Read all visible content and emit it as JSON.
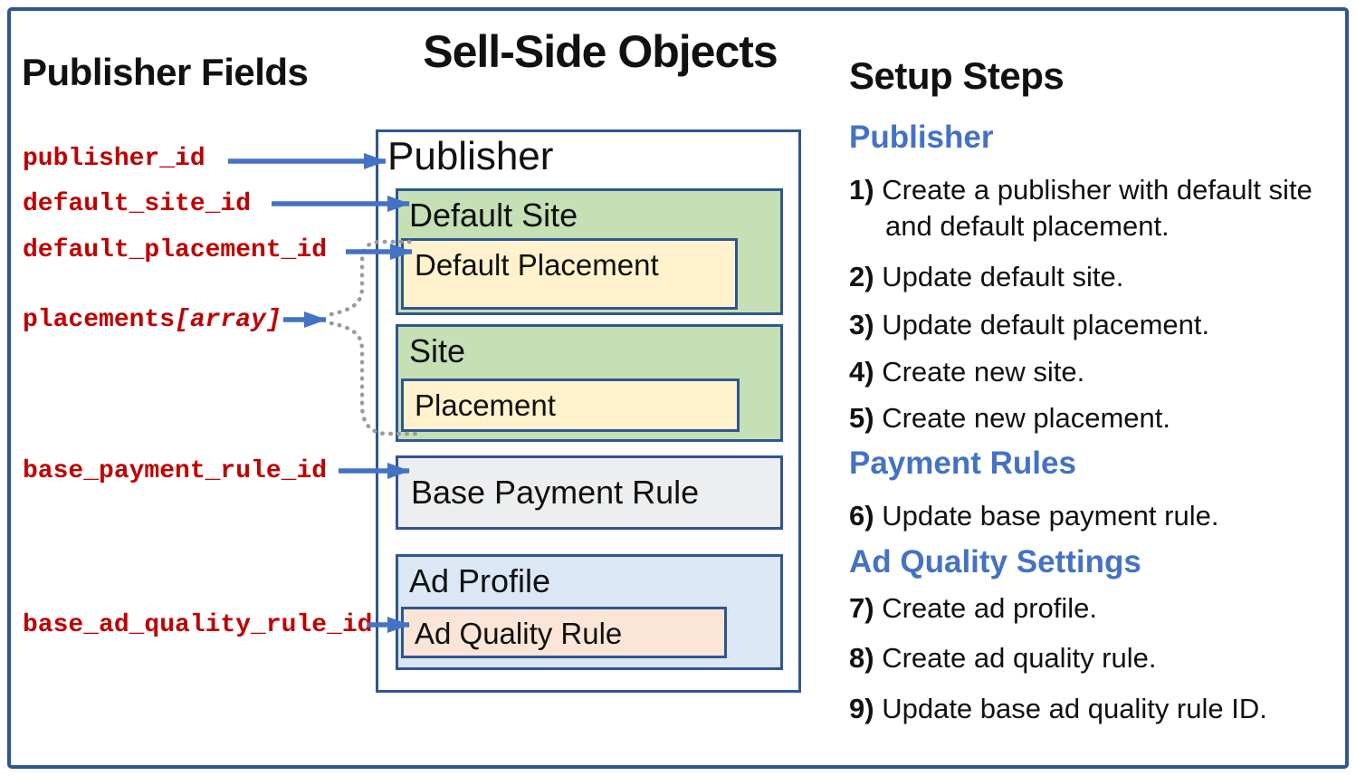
{
  "titles": {
    "publisher_fields": "Publisher Fields",
    "sell_side_objects": "Sell-Side Objects",
    "setup_steps": "Setup Steps"
  },
  "fields": {
    "publisher_id": {
      "label": "publisher_id"
    },
    "default_site_id": {
      "label": "default_site_id"
    },
    "default_placement_id": {
      "label": "default_placement_id"
    },
    "placements": {
      "label": "placements",
      "suffix": "[array]"
    },
    "base_payment_rule_id": {
      "label": "base_payment_rule_id"
    },
    "base_ad_quality_rule_id": {
      "label": "base_ad_quality_rule_id"
    }
  },
  "diagram": {
    "publisher": "Publisher",
    "default_site": "Default Site",
    "default_placement": "Default Placement",
    "site": "Site",
    "placement": "Placement",
    "base_payment_rule": "Base Payment Rule",
    "ad_profile": "Ad Profile",
    "ad_quality_rule": "Ad Quality Rule"
  },
  "steps": {
    "sections": [
      {
        "heading": "Publisher"
      },
      {
        "heading": "Payment Rules"
      },
      {
        "heading": "Ad Quality Settings"
      }
    ],
    "items": [
      {
        "num": "1)",
        "text": "Create a publisher with default site and default placement."
      },
      {
        "num": "2)",
        "text": "Update default site."
      },
      {
        "num": "3)",
        "text": "Update default placement."
      },
      {
        "num": "4)",
        "text": "Create new site."
      },
      {
        "num": "5)",
        "text": "Create new placement."
      },
      {
        "num": "6)",
        "text": "Update base payment rule."
      },
      {
        "num": "7)",
        "text": "Create ad profile."
      },
      {
        "num": "8)",
        "text": "Create ad quality rule."
      },
      {
        "num": "9)",
        "text": "Update base ad quality rule ID."
      }
    ]
  },
  "colors": {
    "border_blue": "#2f5693",
    "arrow_blue": "#4472c4",
    "heading_blue": "#4472c4",
    "field_red": "#c00000",
    "green_fill": "#c5e0b4",
    "yellow_fill": "#fff2cc",
    "gray_fill": "#eceef0",
    "blue_fill": "#dbe7f4",
    "peach_fill": "#fbe5d6",
    "dotted_gray": "#9b9b9b"
  }
}
